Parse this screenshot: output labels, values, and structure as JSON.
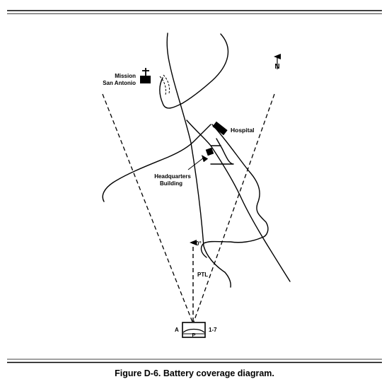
{
  "diagram": {
    "north_label": "N",
    "labels": {
      "mission_line1": "Mission",
      "mission_line2": "San Antonio",
      "hospital": "Hospital",
      "hq_line1": "Headquarters",
      "hq_line2": "Building",
      "zero_degree": "0°",
      "ptl": "PTL",
      "battery_left": "A",
      "battery_center": "P",
      "battery_right": "1-7"
    }
  },
  "caption": "Figure D-6.  Battery coverage diagram."
}
